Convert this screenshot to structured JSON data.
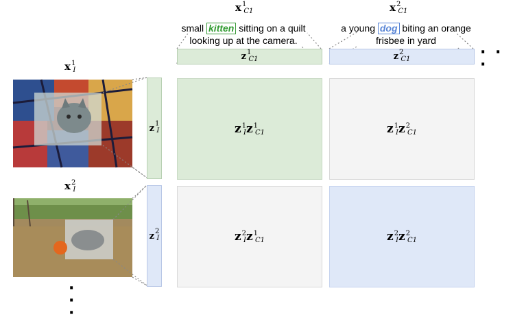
{
  "columns": [
    {
      "x_label": {
        "base": "x",
        "sup": "1",
        "sub": "C1"
      },
      "caption": {
        "before": "small ",
        "keyword": "kitten",
        "after": " sitting on a quilt looking up at the camera."
      },
      "z_label": {
        "base": "z",
        "sup": "1",
        "sub": "C1"
      },
      "color": "#dcebd8"
    },
    {
      "x_label": {
        "base": "x",
        "sup": "2",
        "sub": "C1"
      },
      "caption": {
        "before": "a young ",
        "keyword": "dog",
        "after": " biting an orange frisbee in yard"
      },
      "z_label": {
        "base": "z",
        "sup": "2",
        "sub": "C1"
      },
      "color": "#dfe8f8"
    }
  ],
  "rows": [
    {
      "x_label": {
        "base": "x",
        "sup": "1",
        "sub": "I"
      },
      "z_label": {
        "base": "z",
        "sup": "1",
        "sub": "I"
      },
      "image": "kitten-on-quilt-image",
      "color": "#dcebd8"
    },
    {
      "x_label": {
        "base": "x",
        "sup": "2",
        "sub": "I"
      },
      "z_label": {
        "base": "z",
        "sup": "2",
        "sub": "I"
      },
      "image": "dog-in-yard-image",
      "color": "#dfe8f8"
    }
  ],
  "cells": [
    {
      "a_sup": "1",
      "a_sub": "I",
      "b_sup": "1",
      "b_sub": "C1",
      "color": "#dcebd8"
    },
    {
      "a_sup": "1",
      "a_sub": "I",
      "b_sup": "2",
      "b_sub": "C1",
      "color": "#f4f4f4"
    },
    {
      "a_sup": "2",
      "a_sub": "I",
      "b_sup": "1",
      "b_sub": "C1",
      "color": "#f4f4f4"
    },
    {
      "a_sup": "2",
      "a_sub": "I",
      "b_sup": "2",
      "b_sub": "C1",
      "color": "#dfe8f8"
    }
  ],
  "ellipsis": {
    "horizontal": "· · ·",
    "vertical": "·"
  },
  "colors": {
    "green_tint": "#dcebd8",
    "blue_tint": "#dfe8f8",
    "neutral": "#f4f4f4",
    "green_word": "#2f9a2f",
    "blue_word": "#5a86d6"
  }
}
